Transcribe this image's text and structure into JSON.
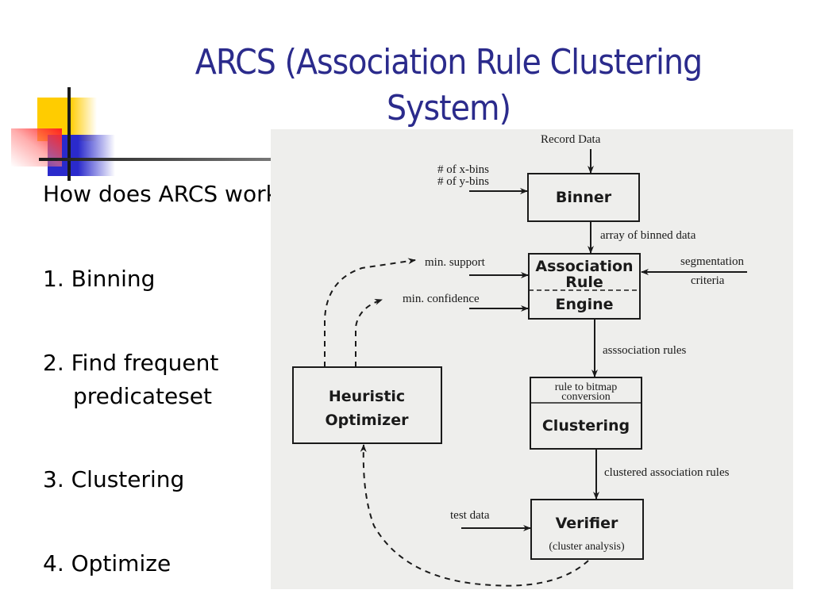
{
  "slide": {
    "title_line1": "ARCS (Association Rule Clustering",
    "title_line2": "System)",
    "bullets": [
      {
        "text": "How does ARCS work?"
      },
      {
        "text": "1. Binning"
      },
      {
        "text": "2. Find frequent"
      },
      {
        "text": "predicateset"
      },
      {
        "text": "3. Clustering"
      },
      {
        "text": "4. Optimize"
      }
    ],
    "accent_colors": {
      "title": "#2b2b8c",
      "yellow": "#ffcc00",
      "blue": "#2a2acc",
      "red": "#ff2020"
    }
  },
  "diagram": {
    "input_record": "Record Data",
    "input_xbins": "# of x-bins",
    "input_ybins": "# of y-bins",
    "binner": "Binner",
    "edge_binned": "array of binned data",
    "assoc_line1": "Association",
    "assoc_line2": "Rule",
    "assoc_line3": "Engine",
    "input_minsupport": "min. support",
    "input_minconf": "min. confidence",
    "input_seg1": "segmentation",
    "input_seg2": "criteria",
    "edge_rules": "asssociation rules",
    "cluster_top1": "rule to bitmap",
    "cluster_top2": "conversion",
    "clustering": "Clustering",
    "edge_clustered": "clustered association rules",
    "input_test": "test data",
    "verifier": "Verifier",
    "verifier_sub": "(cluster analysis)",
    "heuristic_line1": "Heuristic",
    "heuristic_line2": "Optimizer"
  }
}
